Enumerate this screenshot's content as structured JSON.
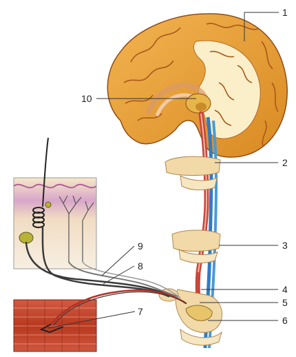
{
  "labels": {
    "l1": "1",
    "l2": "2",
    "l3": "3",
    "l4": "4",
    "l5": "5",
    "l6": "6",
    "l7": "7",
    "l8": "8",
    "l9": "9",
    "l10": "10"
  },
  "colors": {
    "brain_outer": "#e8a43c",
    "brain_inner": "#f7e6b4",
    "gyri_line": "#a8571a",
    "white_matter": "#fbefc9",
    "spinal_red": "#c9463a",
    "spinal_blue": "#2f7cc4",
    "nerve_dark": "#3a3a3a",
    "skin_pink": "#c98bb9",
    "muscle_red": "#c2412c",
    "vertebra": "#f1d9a8",
    "label_line": "#333333"
  },
  "icons": [
    "brain-illustration",
    "spinal-cord-illustration",
    "skin-section-illustration",
    "muscle-section-illustration"
  ]
}
